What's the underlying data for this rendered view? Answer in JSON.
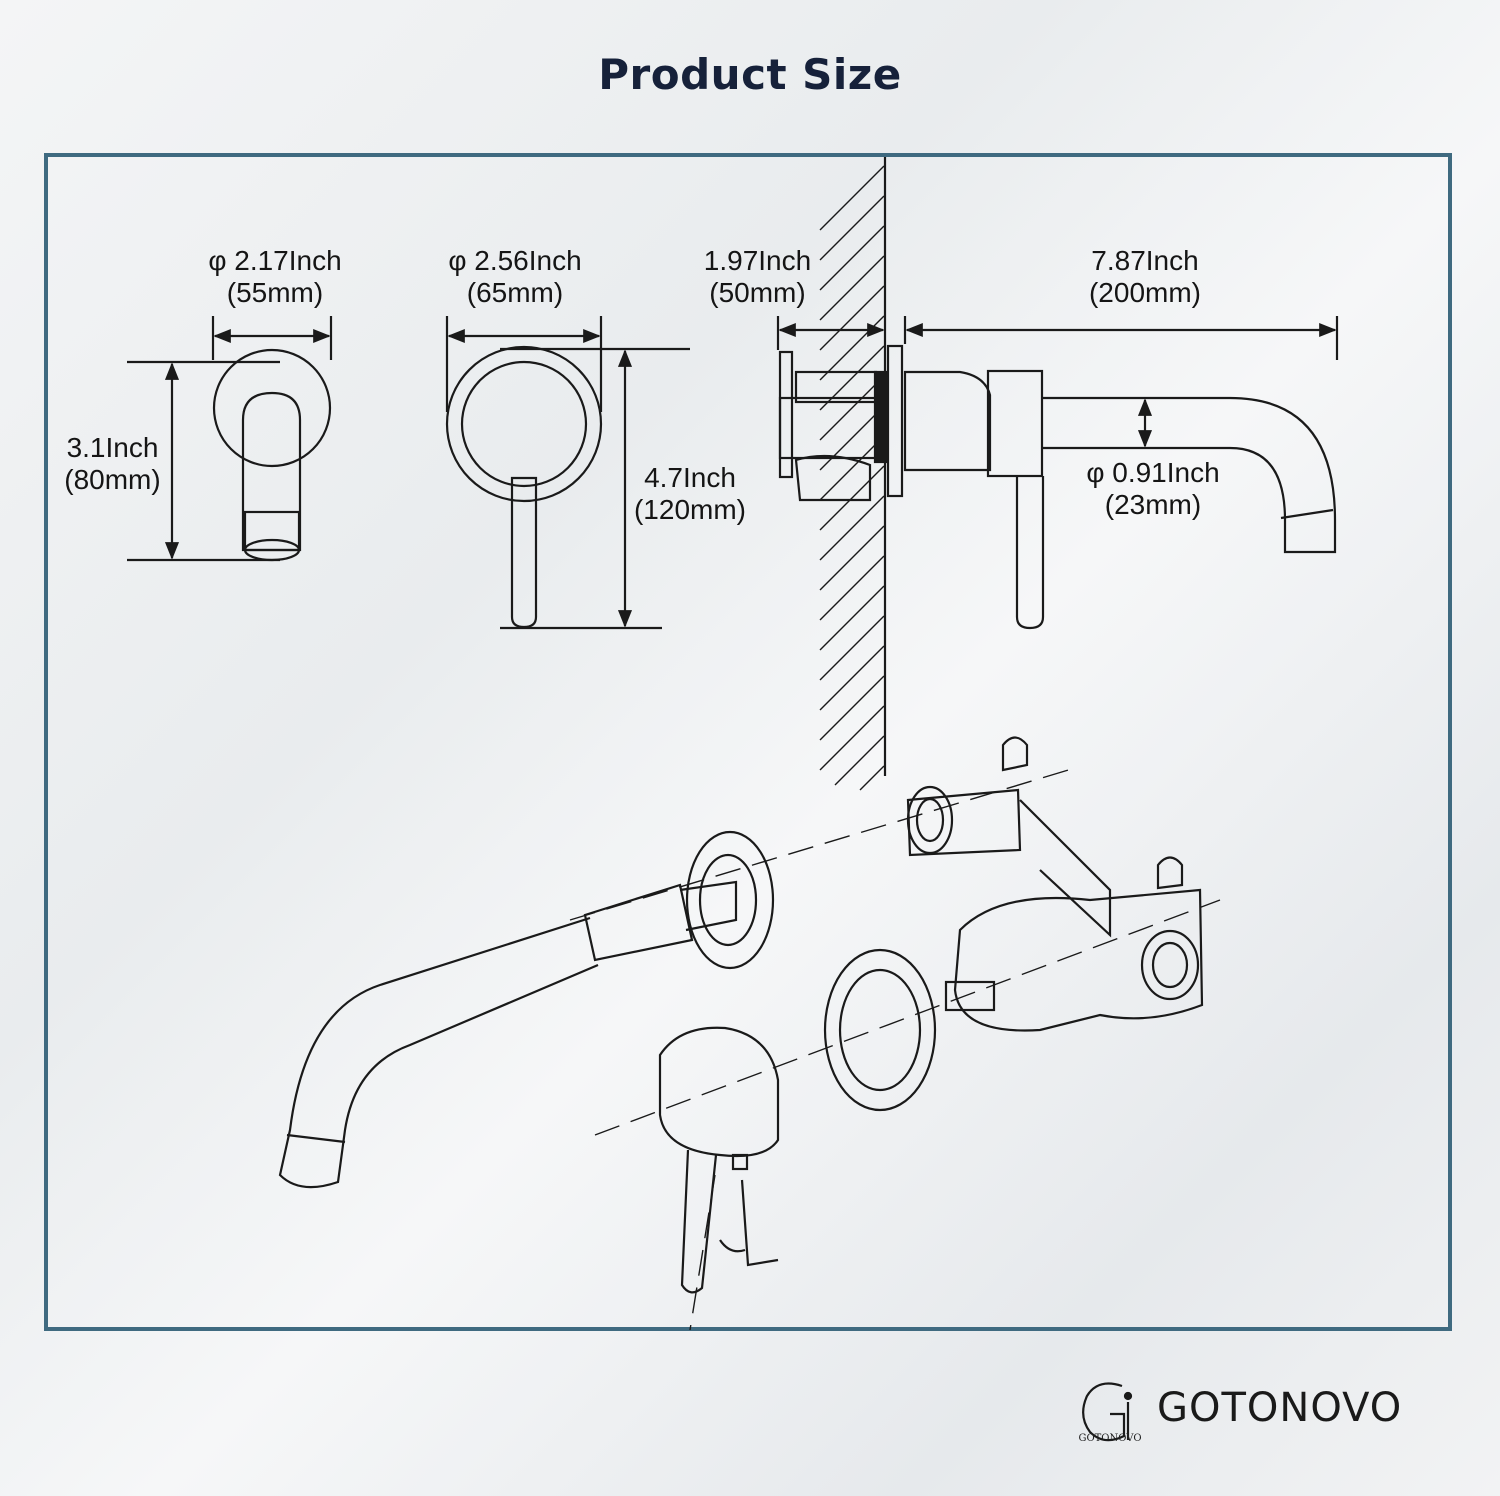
{
  "title": "Product Size",
  "dimensions": {
    "flange_small": {
      "inch": "φ 2.17Inch",
      "mm": "(55mm)"
    },
    "flange_large": {
      "inch": "φ 2.56Inch",
      "mm": "(65mm)"
    },
    "spout_height": {
      "inch": "3.1Inch",
      "mm": "(80mm)"
    },
    "handle_height": {
      "inch": "4.7Inch",
      "mm": "(120mm)"
    },
    "wall_depth": {
      "inch": "1.97Inch",
      "mm": "(50mm)"
    },
    "spout_length": {
      "inch": "7.87Inch",
      "mm": "(200mm)"
    },
    "spout_diameter": {
      "inch": "φ 0.91Inch",
      "mm": "(23mm)"
    }
  },
  "brand": {
    "name": "GOTONOVO",
    "logo_text": "GOTONOVO"
  },
  "colors": {
    "frame": "#3f6a80",
    "title": "#16213a",
    "line": "#1a1a1a"
  }
}
